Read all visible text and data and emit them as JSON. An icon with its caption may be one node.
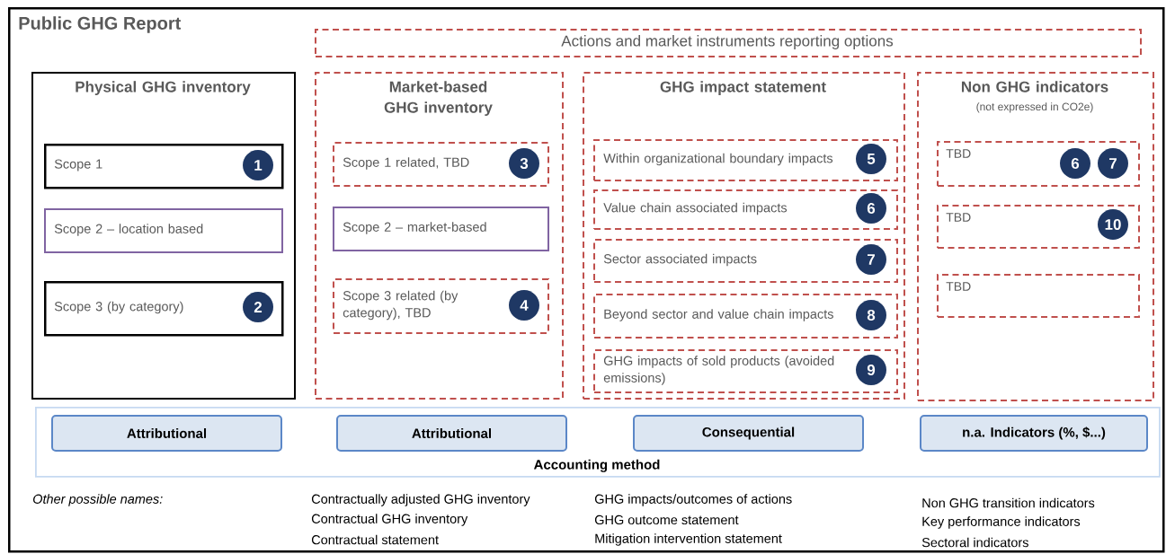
{
  "diagram": {
    "nodes": [
      {
        "text": [
          "Public GHG Report"
        ]
      },
      {
        "text": [
          "Actions and market instruments reporting options"
        ],
        "in": 0
      },
      {
        "text": [
          "Physical GHG inventory"
        ],
        "in": 0
      },
      {
        "text": [
          "Scope 1"
        ],
        "in": 2
      },
      {
        "text": [
          "1"
        ],
        "in": 3
      },
      {
        "text": [
          "Scope 2 – location based"
        ],
        "in": 2
      },
      {
        "text": [
          "Scope 3 (by category)"
        ],
        "in": 2
      },
      {
        "text": [
          "2"
        ],
        "in": 6
      },
      {
        "text": [
          "Market-based GHG inventory"
        ],
        "in": 0
      },
      {
        "text": [
          "Scope 1 related, TBD"
        ],
        "in": 8
      },
      {
        "text": [
          "3"
        ],
        "in": 9
      },
      {
        "text": [
          "Scope 2 – market-based"
        ],
        "in": 8
      },
      {
        "text": [
          "Scope 3 related (by category), TBD"
        ],
        "in": 8
      },
      {
        "text": [
          "4"
        ],
        "in": 12
      },
      {
        "text": [
          "GHG impact statement"
        ],
        "in": 0
      },
      {
        "text": [
          "Within organizational boundary impacts"
        ],
        "in": 14
      },
      {
        "text": [
          "5"
        ],
        "in": 15
      },
      {
        "text": [
          "Value chain associated impacts"
        ],
        "in": 14
      },
      {
        "text": [
          "6"
        ],
        "in": 17
      },
      {
        "text": [
          "Sector associated impacts"
        ],
        "in": 14
      },
      {
        "text": [
          "7"
        ],
        "in": 19
      },
      {
        "text": [
          "Beyond sector and value chain impacts"
        ],
        "in": 14
      },
      {
        "text": [
          "8"
        ],
        "in": 21
      },
      {
        "text": [
          "GHG impacts of sold products (avoided emissions)"
        ],
        "in": 14
      },
      {
        "text": [
          "9"
        ],
        "in": 23
      },
      {
        "text": [
          "Non GHG indicators",
          "(not expressed in CO2e)"
        ],
        "in": 0
      },
      {
        "text": [
          "TBD"
        ],
        "in": 25
      },
      {
        "text": [
          "6"
        ],
        "in": 26
      },
      {
        "text": [
          "7"
        ],
        "in": 26
      },
      {
        "text": [
          "TBD"
        ],
        "in": 25
      },
      {
        "text": [
          "10"
        ],
        "in": 29
      },
      {
        "text": [
          "TBD"
        ],
        "in": 25
      },
      {
        "text": [
          "Accounting method"
        ],
        "in": 0
      },
      {
        "text": [
          "Attributional"
        ],
        "in": 32
      },
      {
        "text": [
          "Attributional"
        ],
        "in": 32
      },
      {
        "text": [
          "Consequential"
        ],
        "in": 32
      },
      {
        "text": [
          "n.a. Indicators (%, $...)"
        ],
        "in": 32
      }
    ],
    "labels": [
      "Other possible names:",
      "Contractually adjusted GHG inventory",
      "GHG impacts/outcomes of actions",
      "Non GHG transition indicators",
      "Contractual GHG inventory",
      "GHG outcome statement",
      "Key performance indicators",
      "Contractual statement",
      "Mitigation intervention statement",
      "Sectoral indicators"
    ]
  }
}
